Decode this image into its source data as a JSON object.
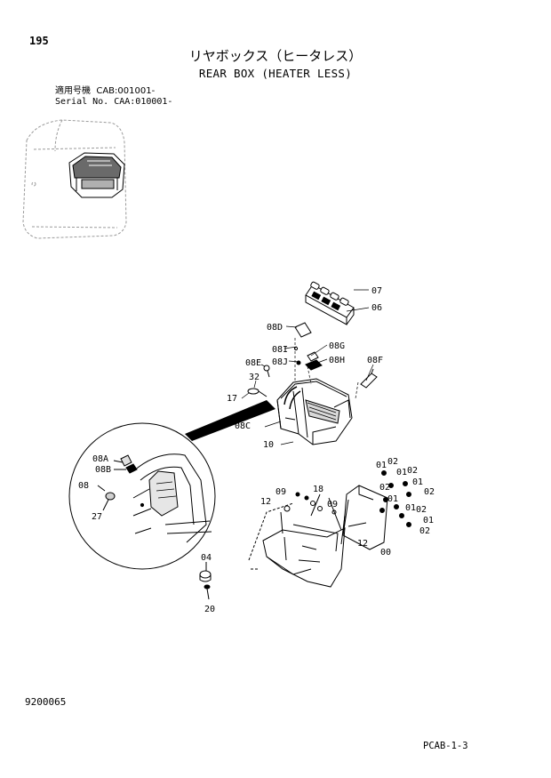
{
  "header": {
    "page_number": "195",
    "title_jp": "リヤボックス（ヒータレス）",
    "title_en": "REAR BOX (HEATER LESS)",
    "serial_jp": "適用号機  CAB:001001-",
    "serial_en": "Serial No. CAA:010001-"
  },
  "callouts": {
    "c07": "07",
    "c06": "06",
    "c08D": "08D",
    "c08I": "08I",
    "c08G": "08G",
    "c08E": "08E",
    "c08J": "08J",
    "c08H": "08H",
    "c08F": "08F",
    "c32": "32",
    "c17": "17",
    "c08C": "08C",
    "c10": "10",
    "c08A": "08A",
    "c08B": "08B",
    "c08": "08",
    "c27": "27",
    "c01a": "01",
    "c02a": "02",
    "c02b": "02",
    "c01b": "01",
    "c02c": "02",
    "c01c": "01",
    "c02d": "02",
    "c01d": "01",
    "c01e": "01",
    "c02e": "02",
    "c01f": "01",
    "c02f": "02",
    "c09a": "09",
    "c18": "18",
    "c12": "12",
    "c09b": "09",
    "c12b": "12",
    "c00": "00",
    "c04": "04",
    "c20": "20"
  },
  "footer": {
    "doc_number": "9200065",
    "code": "PCAB-1-3"
  }
}
